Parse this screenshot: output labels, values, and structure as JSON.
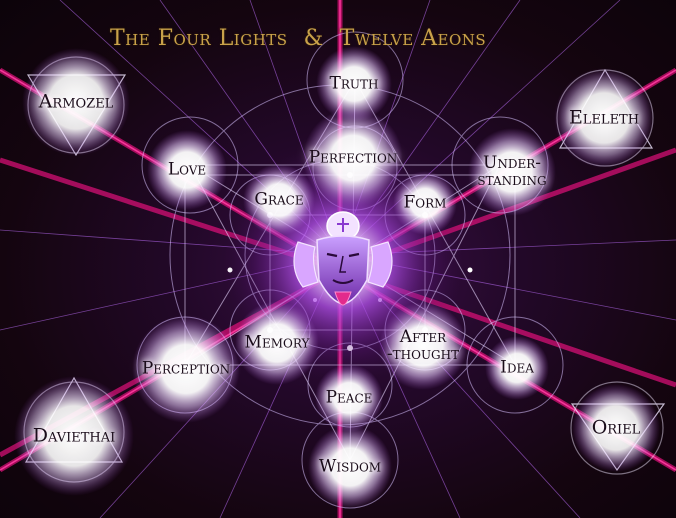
{
  "title": {
    "part1": "The Four Lights",
    "amp": "&",
    "part2": "Twelve Aeons"
  },
  "lights": {
    "armozel": "Armozel",
    "eleleth": "Eleleth",
    "daviethai": "Daviethai",
    "oriel": "Oriel"
  },
  "aeons": {
    "truth": "Truth",
    "love": "Love",
    "perfection": "Perfection",
    "understanding_1": "Under-",
    "understanding_2": "standing",
    "grace": "Grace",
    "form": "Form",
    "memory": "Memory",
    "afterthought_1": "After",
    "afterthought_2": "-thought",
    "perception": "Perception",
    "idea": "Idea",
    "peace": "Peace",
    "wisdom": "Wisdom"
  },
  "colors": {
    "title": "#c9a24a",
    "beam": "#e0107a",
    "glow": "#c45cff",
    "line": "#d8c2ff"
  }
}
